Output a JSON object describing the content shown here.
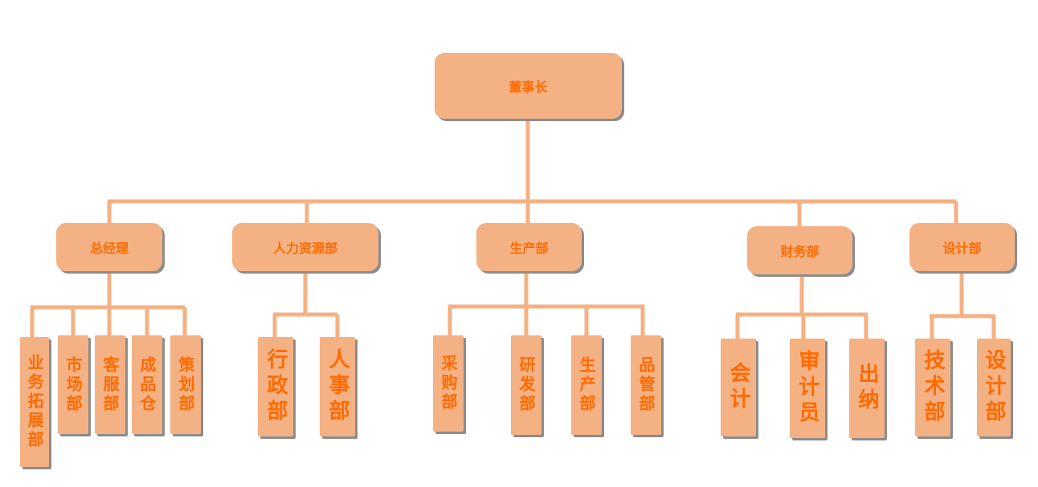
{
  "org": {
    "root": "董事长",
    "departments": [
      {
        "name": "总经理",
        "children": [
          "业务拓展部",
          "市场部",
          "客服部",
          "成品仓",
          "策划部"
        ]
      },
      {
        "name": "人力资源部",
        "children": [
          "行政部",
          "人事部"
        ]
      },
      {
        "name": "生产部",
        "children": [
          "采购部",
          "研发部",
          "生产部",
          "品管部"
        ]
      },
      {
        "name": "财务部",
        "children": [
          "会计",
          "审计员",
          "出纳"
        ]
      },
      {
        "name": "设计部",
        "children": [
          "技术部",
          "设计部"
        ]
      }
    ]
  },
  "colors": {
    "box": "#f4b183",
    "text": "#ff6a00",
    "shadow": "#8c8c8c"
  }
}
